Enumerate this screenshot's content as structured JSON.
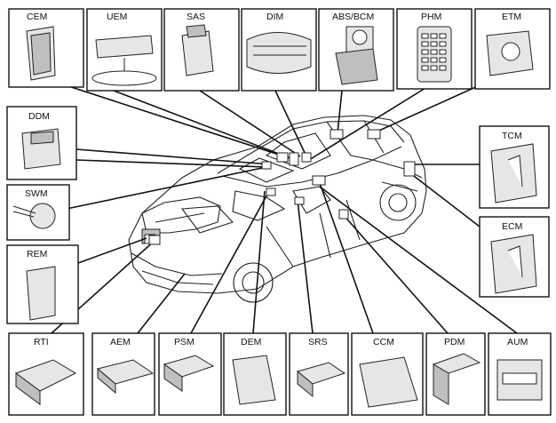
{
  "modules": {
    "cem": "CEM",
    "uem": "UEM",
    "sas": "SAS",
    "dim": "DIM",
    "abs_bcm": "ABS/BCM",
    "phm": "PHM",
    "etm": "ETM",
    "ddm": "DDM",
    "tcm": "TCM",
    "swm": "SWM",
    "ecm": "ECM",
    "rem": "REM",
    "rti": "RTI",
    "aem": "AEM",
    "psm": "PSM",
    "dem": "DEM",
    "srs": "SRS",
    "ccm": "CCM",
    "pdm": "PDM",
    "aum": "AUM"
  }
}
